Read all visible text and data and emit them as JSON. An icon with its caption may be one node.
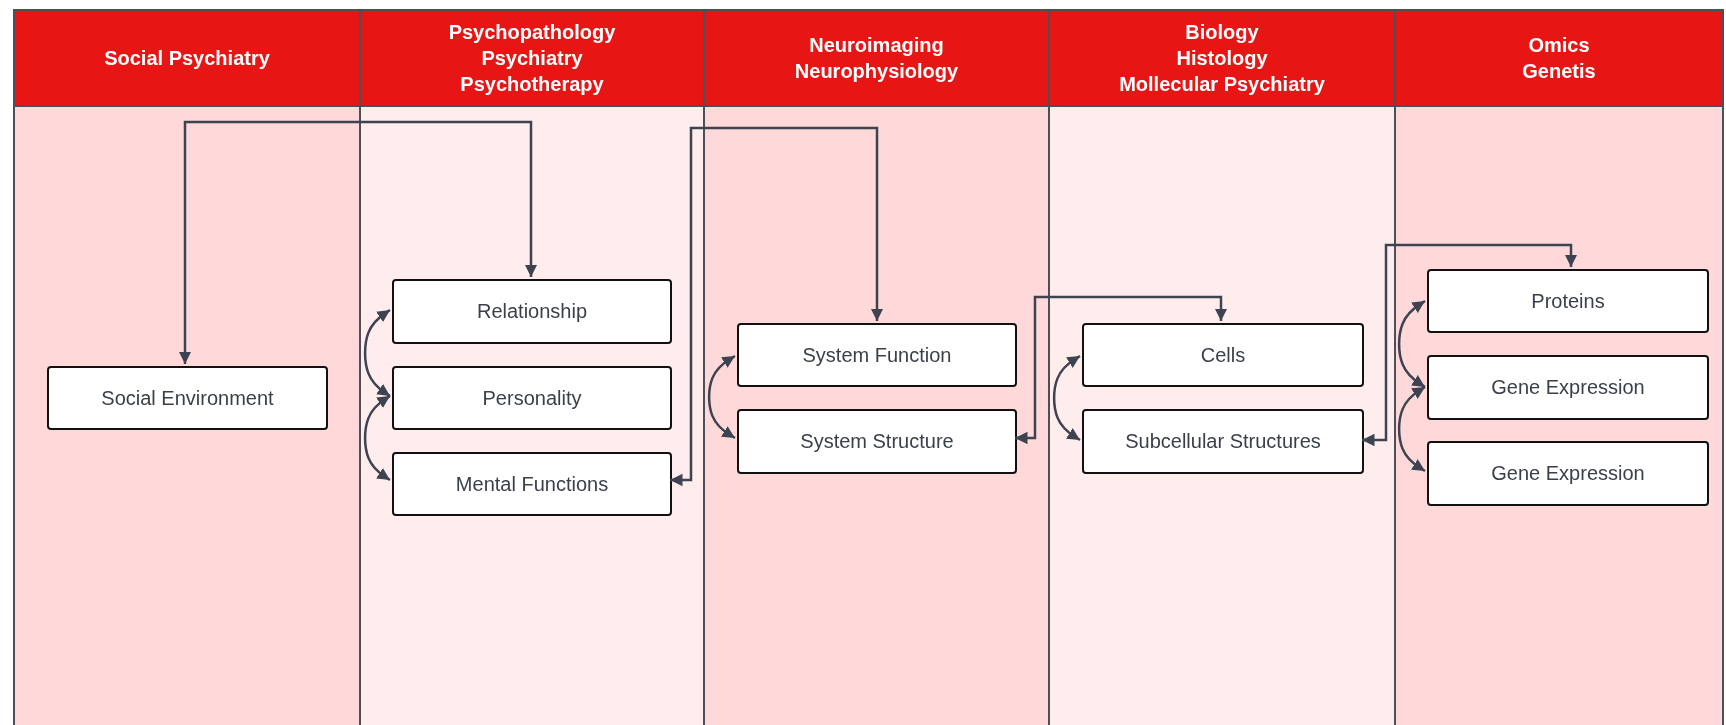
{
  "diagram": {
    "nodes": [
      {
        "text": [
          "Social Psychiatry"
        ]
      },
      {
        "text": [
          "Psychopathology",
          "Psychiatry",
          "Psychotherapy"
        ]
      },
      {
        "text": [
          "Neuroimaging",
          "Neurophysiology"
        ]
      },
      {
        "text": [
          "Biology",
          "Histology",
          "Mollecular Psychiatry"
        ]
      },
      {
        "text": [
          "Omics",
          "Genetis"
        ]
      },
      {
        "text": [
          "Social Environment"
        ],
        "in": 0
      },
      {
        "text": [
          "Relationship"
        ],
        "in": 1
      },
      {
        "text": [
          "Personality"
        ],
        "in": 1
      },
      {
        "text": [
          "Mental Functions"
        ],
        "in": 1
      },
      {
        "text": [
          "System Function"
        ],
        "in": 2
      },
      {
        "text": [
          "System Structure"
        ],
        "in": 2
      },
      {
        "text": [
          "Cells"
        ],
        "in": 3
      },
      {
        "text": [
          "Subcellular Structures"
        ],
        "in": 3
      },
      {
        "text": [
          "Proteins"
        ],
        "in": 4
      },
      {
        "text": [
          "Gene Expression"
        ],
        "in": 4
      },
      {
        "text": [
          "Gene Expression"
        ],
        "in": 4
      }
    ],
    "edges": [
      {
        "from": 5,
        "to": 6,
        "arrow": "both"
      },
      {
        "from": 6,
        "to": 7,
        "arrow": "both"
      },
      {
        "from": 7,
        "to": 8,
        "arrow": "both"
      },
      {
        "from": 8,
        "to": 9,
        "arrow": "both"
      },
      {
        "from": 9,
        "to": 10,
        "arrow": "both"
      },
      {
        "from": 10,
        "to": 11,
        "arrow": "both"
      },
      {
        "from": 11,
        "to": 12,
        "arrow": "both"
      },
      {
        "from": 12,
        "to": 13,
        "arrow": "both"
      },
      {
        "from": 13,
        "to": 14,
        "arrow": "both"
      },
      {
        "from": 14,
        "to": 15,
        "arrow": "both"
      }
    ]
  }
}
